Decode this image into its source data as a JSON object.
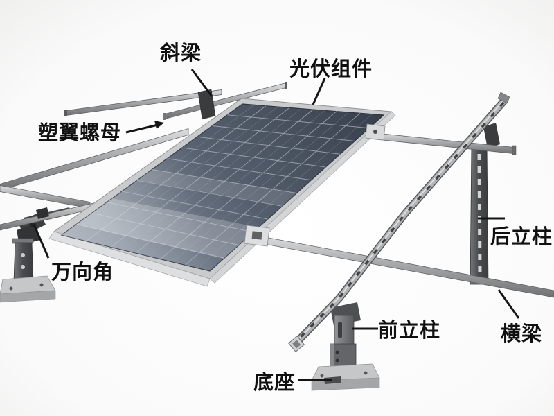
{
  "diagram": {
    "labels": {
      "diagonal_beam": "斜梁",
      "pv_module": "光伏组件",
      "plastic_wing_nut": "塑翼螺母",
      "universal_angle": "万向角",
      "rear_column": "后立柱",
      "crossbeam": "横梁",
      "front_column": "前立柱",
      "base": "底座"
    },
    "colors": {
      "label_text": "#101010",
      "leader_line": "#151515",
      "panel_cell_dark": "#3c4450",
      "panel_cell_light": "#7e8998",
      "frame_silver": "#c9cbcd",
      "rail_metal": "#b0b2b4",
      "dark_steel": "#3f4144",
      "background": "#ffffff"
    }
  }
}
